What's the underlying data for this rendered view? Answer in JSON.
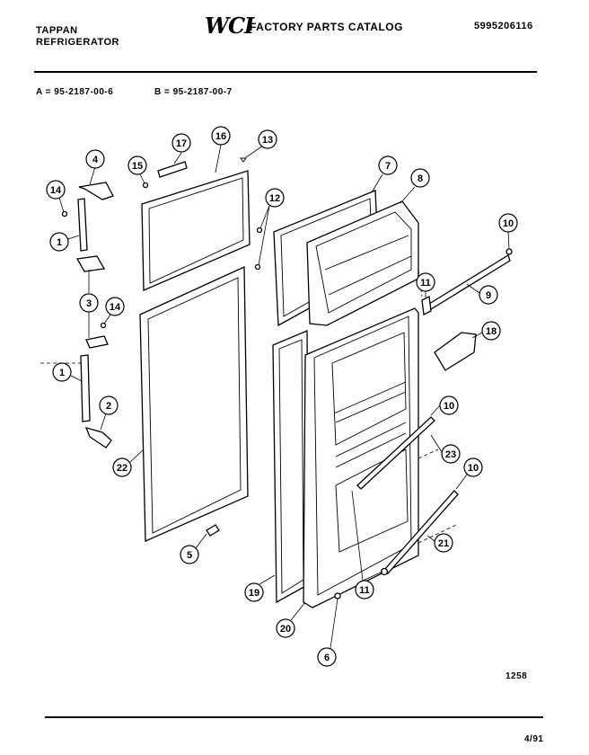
{
  "header": {
    "brand_line1": "TAPPAN",
    "brand_line2": "REFRIGERATOR",
    "logo_text": "WCI",
    "catalog_title": "FACTORY PARTS CATALOG",
    "catalog_number": "5995206116"
  },
  "models": {
    "model_a": "A = 95-2187-00-6",
    "model_b": "B = 95-2187-00-7"
  },
  "diagram": {
    "callouts": [
      "17",
      "16",
      "13",
      "15",
      "4",
      "14",
      "12",
      "7",
      "8",
      "1",
      "10",
      "11",
      "9",
      "3",
      "14",
      "18",
      "1",
      "10",
      "2",
      "23",
      "10",
      "22",
      "21",
      "5",
      "11",
      "19",
      "20",
      "6"
    ]
  },
  "footer": {
    "figure_number": "1258",
    "date": "4/91"
  }
}
